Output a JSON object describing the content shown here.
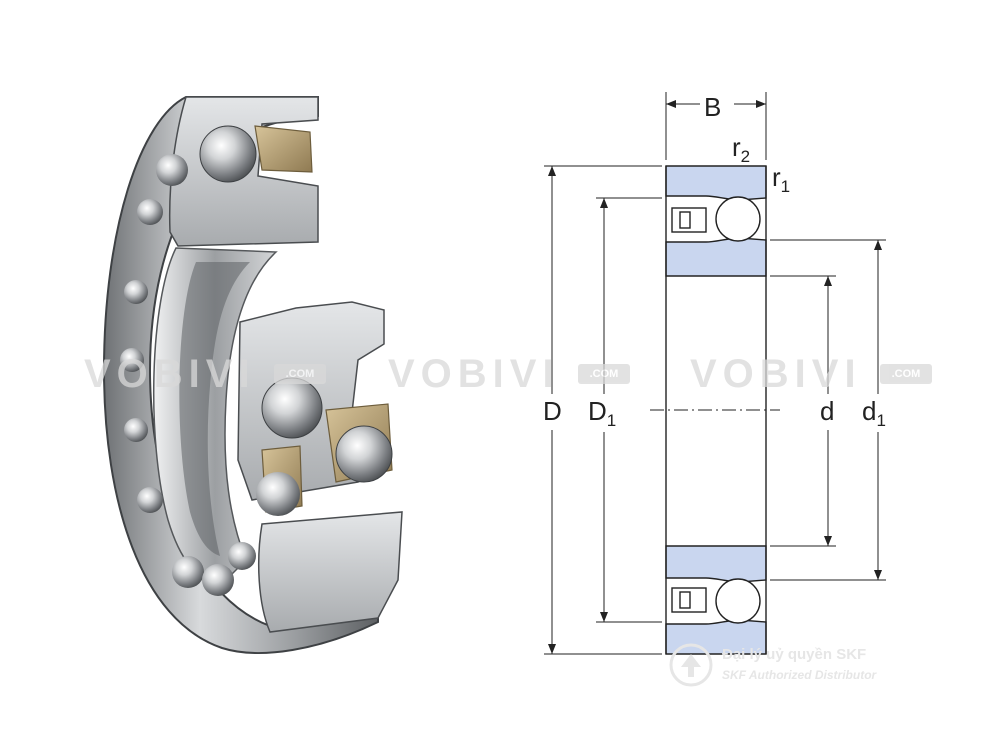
{
  "diagram": {
    "labels": {
      "B": "B",
      "r2": "r",
      "r2_sub": "2",
      "r1": "r",
      "r1_sub": "1",
      "D": "D",
      "D1": "D",
      "D1_sub": "1",
      "d": "d",
      "d1": "d",
      "d1_sub": "1"
    }
  },
  "watermark": {
    "text": "VOBIVI",
    "badge": ".COM",
    "distributor_vi": "Đại lý uỷ quyền SKF",
    "distributor_en": "SKF Authorized Distributor"
  },
  "colors": {
    "ring_fill": "#c9d6ef",
    "line": "#222222",
    "brass": "#b8a27a",
    "steel": "#b0b3b6",
    "watermark": "#d9d9d9"
  }
}
